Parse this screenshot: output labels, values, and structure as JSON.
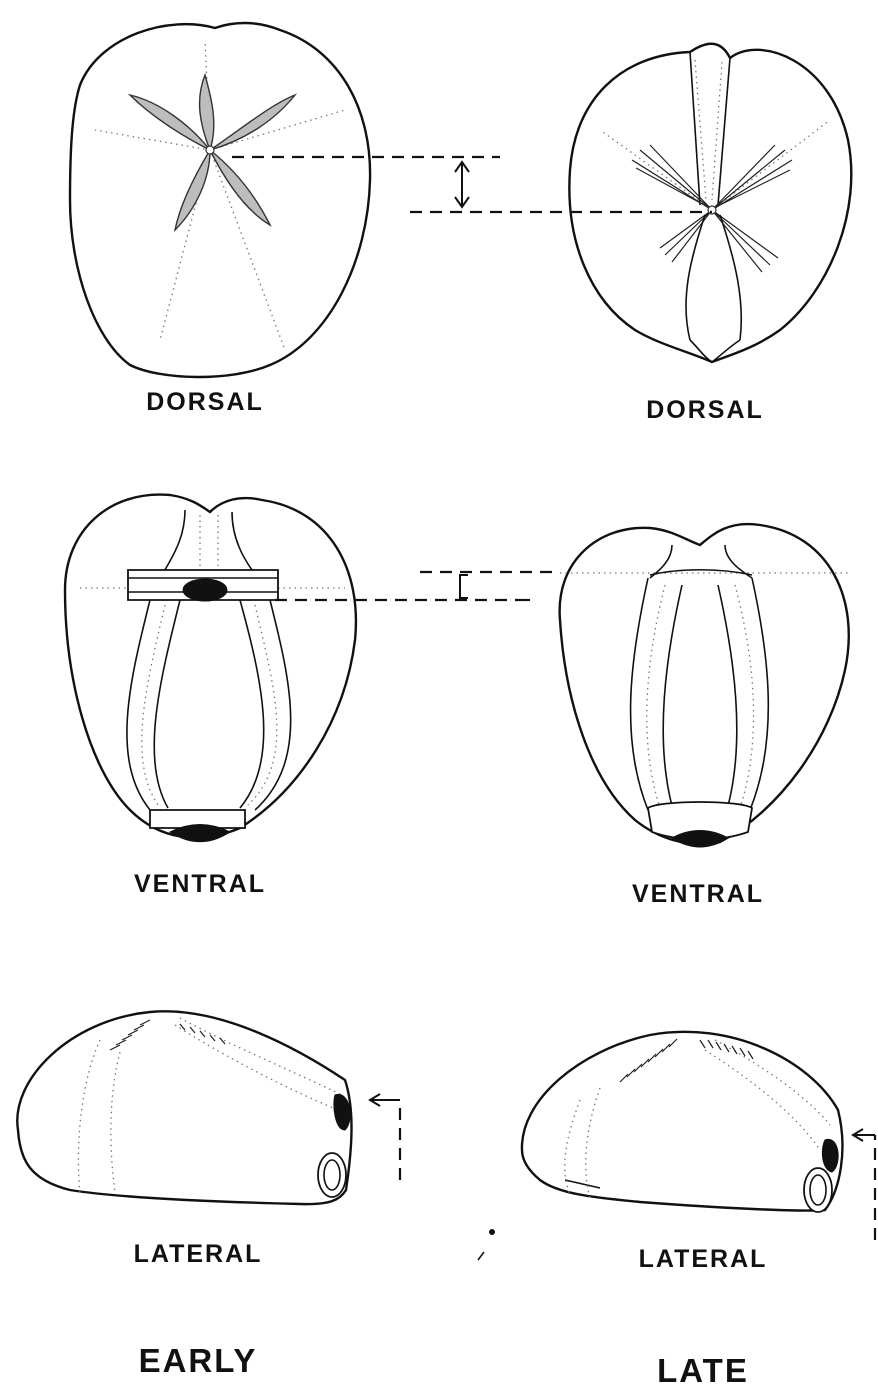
{
  "labels": {
    "early_dorsal": "DORSAL",
    "late_dorsal": "DORSAL",
    "early_ventral": "VENTRAL",
    "late_ventral": "VENTRAL",
    "early_lateral": "LATERAL",
    "late_lateral": "LATERAL",
    "early_stage": "EARLY",
    "late_stage": "LATE"
  }
}
